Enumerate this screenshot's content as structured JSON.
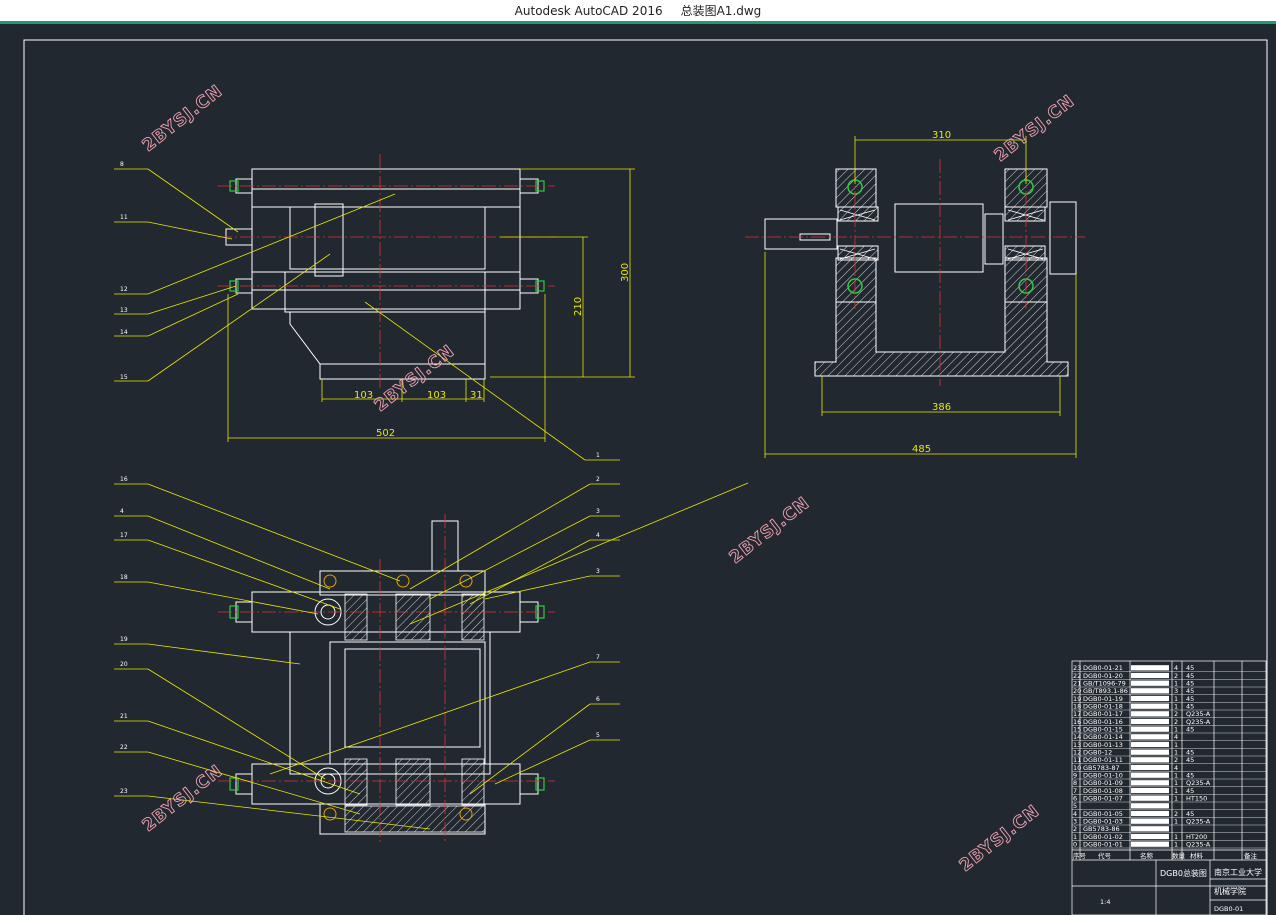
{
  "window": {
    "app_title": "Autodesk AutoCAD 2016",
    "file_name": "总装图A1.dwg"
  },
  "colors": {
    "background": "#212830",
    "outline": "#ffffff",
    "center_line": "#e03030",
    "dimension": "#e8e800",
    "hatch": "#ffffff",
    "bolt": "#2ecc40",
    "watermark": "#f0a0b0"
  },
  "watermark_text": "2BYSJ.CN",
  "dimensions": {
    "front_height_300": "300",
    "front_height_210": "210",
    "front_103_a": "103",
    "front_103_b": "103",
    "front_31": "31",
    "front_width_502": "502",
    "side_top_310": "310",
    "side_386": "386",
    "side_485": "485"
  },
  "balloons": {
    "front_left": [
      "8",
      "11",
      "12",
      "13",
      "14",
      "15"
    ],
    "front_right": "1",
    "plan_left": [
      "16",
      "4",
      "17",
      "18",
      "19",
      "20",
      "21",
      "22",
      "23"
    ],
    "plan_right": [
      "2",
      "3",
      "4",
      "3",
      "7",
      "6",
      "5"
    ]
  },
  "bom": {
    "rows": [
      {
        "no": "23",
        "code": "DGB0-01-21",
        "qty": "4",
        "mat": "45"
      },
      {
        "no": "22",
        "code": "DGB0-01-20",
        "qty": "2",
        "mat": "45"
      },
      {
        "no": "21",
        "code": "GB/T1096-79",
        "qty": "1",
        "mat": "45"
      },
      {
        "no": "20",
        "code": "GB/T893.1-86",
        "qty": "3",
        "mat": "45"
      },
      {
        "no": "19",
        "code": "DGB0-01-19",
        "qty": "1",
        "mat": "45"
      },
      {
        "no": "18",
        "code": "DGB0-01-18",
        "qty": "1",
        "mat": "45"
      },
      {
        "no": "17",
        "code": "DGB0-01-17",
        "qty": "2",
        "mat": "Q235-A"
      },
      {
        "no": "16",
        "code": "DGB0-01-16",
        "qty": "2",
        "mat": "Q235-A"
      },
      {
        "no": "15",
        "code": "DGB0-01-15",
        "qty": "1",
        "mat": "45"
      },
      {
        "no": "14",
        "code": "DGB0-01-14",
        "qty": "4",
        "mat": ""
      },
      {
        "no": "13",
        "code": "DGB0-01-13",
        "qty": "1",
        "mat": ""
      },
      {
        "no": "12",
        "code": "DGB0-12",
        "qty": "1",
        "mat": "45"
      },
      {
        "no": "11",
        "code": "DGB0-01-11",
        "qty": "2",
        "mat": "45"
      },
      {
        "no": "10",
        "code": "GB5783-87",
        "qty": "4",
        "mat": ""
      },
      {
        "no": "9",
        "code": "DGB0-01-10",
        "qty": "1",
        "mat": "45"
      },
      {
        "no": "8",
        "code": "DGB0-01-09",
        "qty": "1",
        "mat": "Q235-A"
      },
      {
        "no": "7",
        "code": "DGB0-01-08",
        "qty": "1",
        "mat": "45"
      },
      {
        "no": "6",
        "code": "DGB0-01-07",
        "qty": "1",
        "mat": "HT150"
      },
      {
        "no": "5",
        "code": "",
        "qty": "",
        "mat": ""
      },
      {
        "no": "4",
        "code": "DGB0-01-05",
        "qty": "2",
        "mat": "45"
      },
      {
        "no": "3",
        "code": "DGB0-01-03",
        "qty": "1",
        "mat": "Q235-A"
      },
      {
        "no": "2",
        "code": "GB5783-86",
        "qty": "",
        "mat": ""
      },
      {
        "no": "1",
        "code": "DGB0-01-02",
        "qty": "1",
        "mat": "HT200"
      },
      {
        "no": "0",
        "code": "DGB0-01-01",
        "qty": "1",
        "mat": "Q235-A"
      }
    ],
    "header": [
      "序号",
      "代号",
      "名称",
      "数量",
      "材料",
      "备注"
    ],
    "drawing_name": "DGB0总装图",
    "school": "南京工业大学",
    "dept": "机械学院",
    "drawing_no": "DGB0-01",
    "scale_label": "1:4"
  }
}
